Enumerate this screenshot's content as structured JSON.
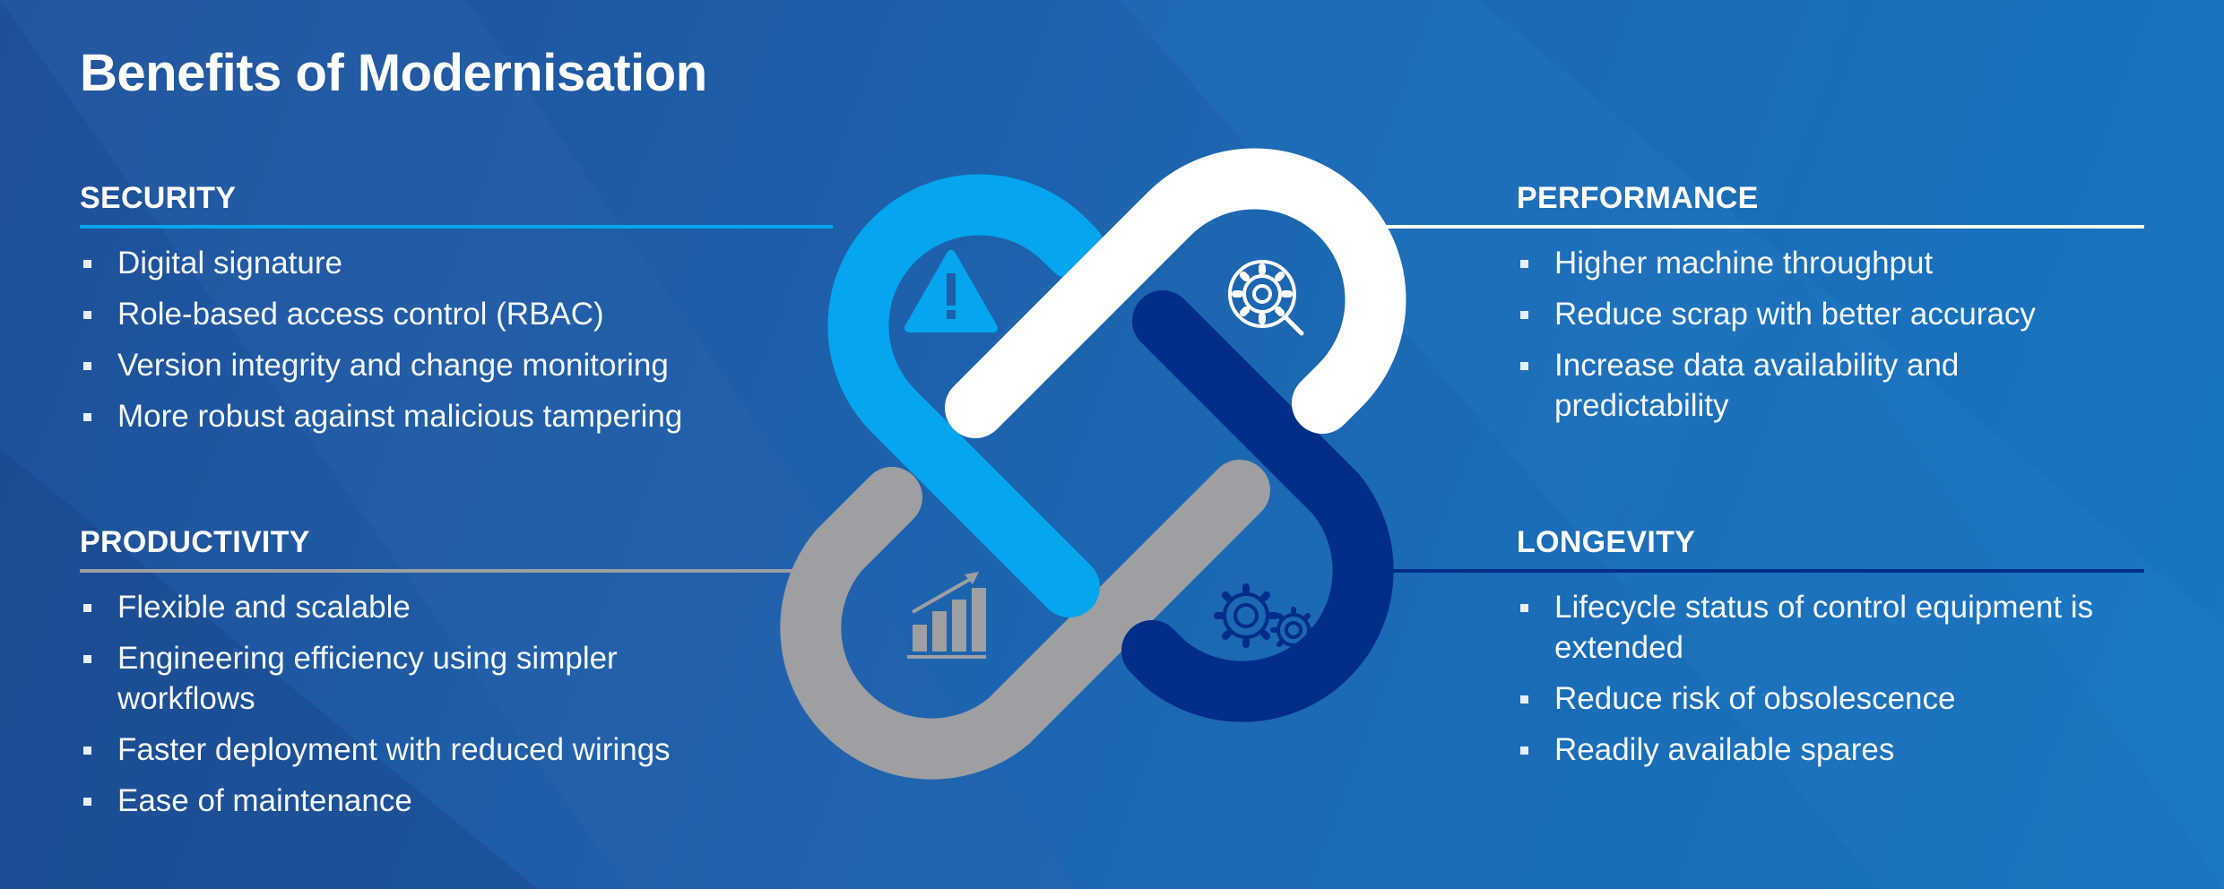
{
  "title": "Benefits of Modernisation",
  "colors": {
    "security": "#05a6ee",
    "performance": "#ffffff",
    "productivity": "#9d9fa2",
    "longevity": "#032d8a"
  },
  "sections": {
    "security": {
      "heading": "SECURITY",
      "icon": "warning-icon",
      "items": [
        "Digital signature",
        "Role-based access control (RBAC)",
        "Version integrity and change monitoring",
        "More robust against malicious tampering"
      ]
    },
    "performance": {
      "heading": "PERFORMANCE",
      "icon": "gear-search-icon",
      "items": [
        "Higher machine throughput",
        "Reduce scrap with better accuracy",
        "Increase data availability and predictability"
      ]
    },
    "productivity": {
      "heading": "PRODUCTIVITY",
      "icon": "bar-chart-growth-icon",
      "items": [
        "Flexible and scalable",
        "Engineering efficiency using simpler workflows",
        "Faster deployment with reduced wirings",
        "Ease of maintenance"
      ]
    },
    "longevity": {
      "heading": "LONGEVITY",
      "icon": "gears-icon",
      "items": [
        "Lifecycle status of control equipment is extended",
        "Reduce risk of obsolescence",
        "Readily available spares"
      ]
    }
  }
}
